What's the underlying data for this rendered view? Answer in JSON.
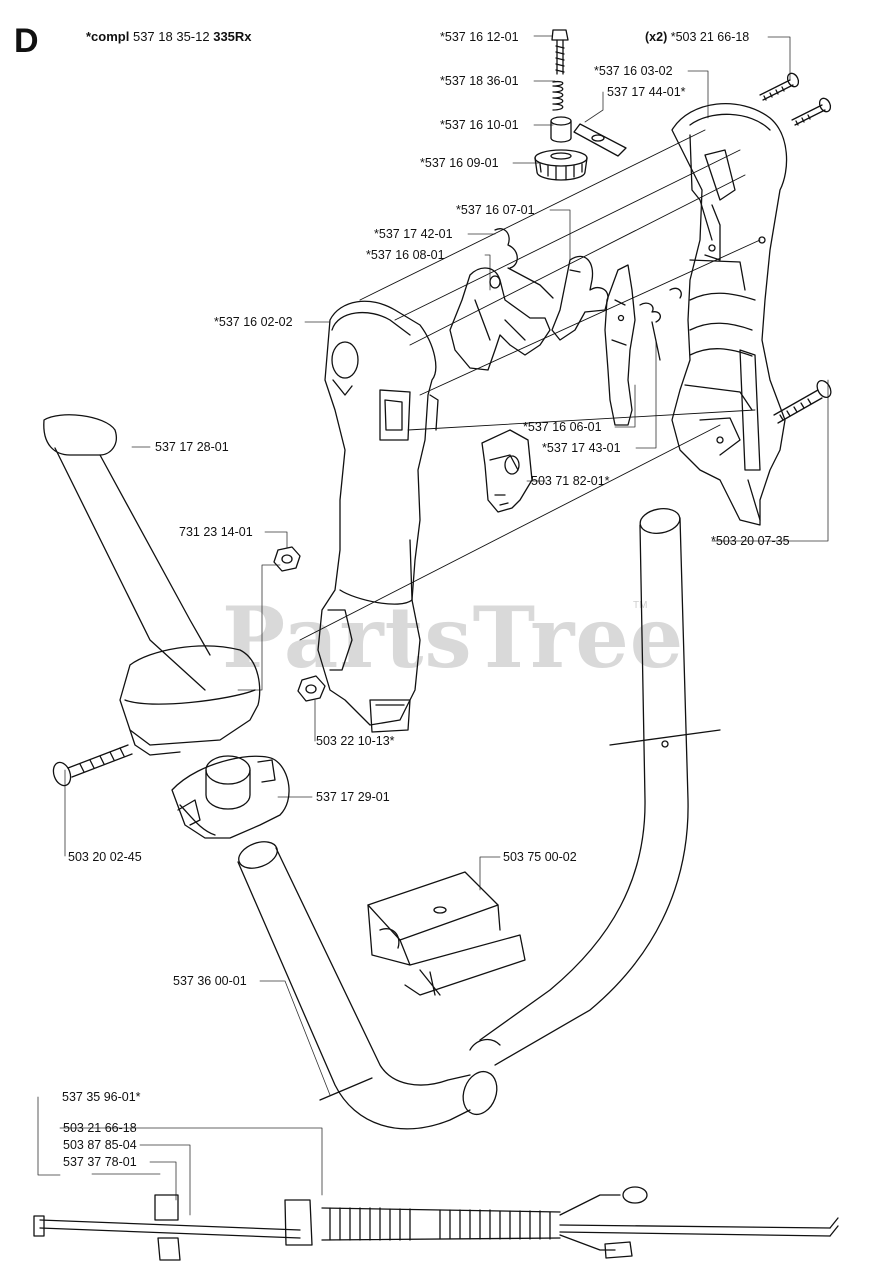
{
  "header": {
    "section_letter": "D",
    "compl_prefix": "*compl",
    "compl_number": "537 18 35-12",
    "model": "335Rx"
  },
  "watermark": {
    "text": "PartsTree",
    "trademark": "TM"
  },
  "parts": [
    {
      "id": "p1",
      "number": "*537 16 12-01"
    },
    {
      "id": "p2",
      "number": "*503 21 66-18",
      "qty": "(x2)"
    },
    {
      "id": "p3",
      "number": "*537 18 36-01"
    },
    {
      "id": "p4",
      "number": "*537 16 03-02"
    },
    {
      "id": "p5",
      "number": "537 17 44-01*"
    },
    {
      "id": "p6",
      "number": "*537 16 10-01"
    },
    {
      "id": "p7",
      "number": "*537 16 09-01"
    },
    {
      "id": "p8",
      "number": "*537 16 07-01"
    },
    {
      "id": "p9",
      "number": "*537 17 42-01"
    },
    {
      "id": "p10",
      "number": "*537 16 08-01"
    },
    {
      "id": "p11",
      "number": "*537 16 02-02"
    },
    {
      "id": "p12",
      "number": "*537 16 06-01"
    },
    {
      "id": "p13",
      "number": "*537 17 43-01"
    },
    {
      "id": "p14",
      "number": "503 71 82-01*"
    },
    {
      "id": "p15",
      "number": "537 17 28-01"
    },
    {
      "id": "p16",
      "number": "*503 20 07-35"
    },
    {
      "id": "p17",
      "number": "731 23 14-01"
    },
    {
      "id": "p18",
      "number": "503 22 10-13*"
    },
    {
      "id": "p19",
      "number": "537 17 29-01"
    },
    {
      "id": "p20",
      "number": "503 20 02-45"
    },
    {
      "id": "p21",
      "number": "503 75 00-02"
    },
    {
      "id": "p22",
      "number": "537 36 00-01"
    },
    {
      "id": "p23",
      "number": "537 35 96-01*"
    },
    {
      "id": "p24",
      "number": "503 21 66-18"
    },
    {
      "id": "p25",
      "number": "503 87 85-04"
    },
    {
      "id": "p26",
      "number": "537 37 78-01"
    }
  ]
}
